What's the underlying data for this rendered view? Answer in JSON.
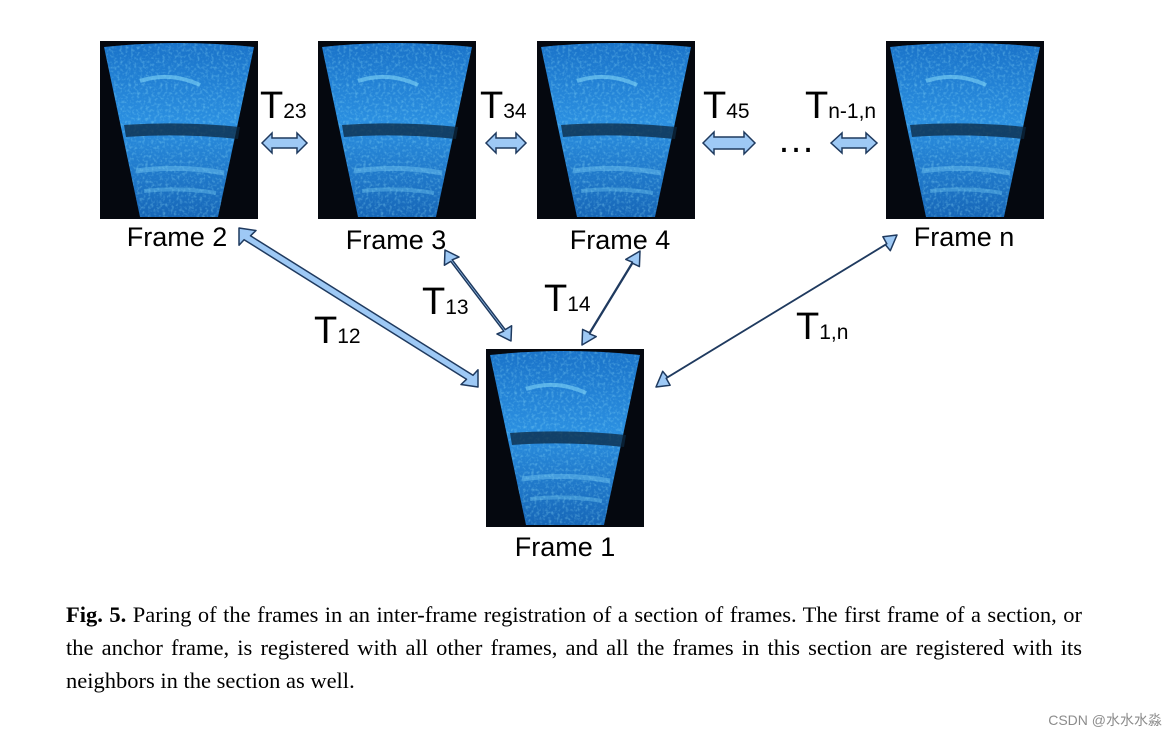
{
  "frames": [
    {
      "id": "frame-2",
      "label": "Frame 2"
    },
    {
      "id": "frame-3",
      "label": "Frame 3"
    },
    {
      "id": "frame-4",
      "label": "Frame 4"
    },
    {
      "id": "frame-n",
      "label": "Frame n"
    },
    {
      "id": "frame-1",
      "label": "Frame 1"
    }
  ],
  "neighbor_transforms": [
    {
      "base": "T",
      "sub": "23",
      "from": "Frame 2",
      "to": "Frame 3"
    },
    {
      "base": "T",
      "sub": "34",
      "from": "Frame 3",
      "to": "Frame 4"
    },
    {
      "base": "T",
      "sub": "45",
      "from": "Frame 4",
      "to": "…"
    },
    {
      "base": "T",
      "sub": "n-1,n",
      "from": "…",
      "to": "Frame n"
    }
  ],
  "anchor_transforms": [
    {
      "base": "T",
      "sub": "12",
      "to": "Frame 2"
    },
    {
      "base": "T",
      "sub": "13",
      "to": "Frame 3"
    },
    {
      "base": "T",
      "sub": "14",
      "to": "Frame 4"
    },
    {
      "base": "T",
      "sub": "1,n",
      "to": "Frame n"
    }
  ],
  "ellipsis": "…",
  "caption": {
    "fig_label": "Fig. 5.",
    "text": "Paring of the frames in an inter-frame registration of a section of frames. The first frame of a section, or the anchor frame, is registered with all other frames, and all the frames in this section are registered with its neighbors in the section as well."
  },
  "watermark": "CSDN @水水水淼",
  "colors": {
    "arrow_fill": "#9ec9f5",
    "arrow_stroke": "#1f3a5f",
    "frame_bg": "#05080f",
    "frame_blue": "#1f7fd6",
    "frame_light": "#5fc7f5"
  }
}
